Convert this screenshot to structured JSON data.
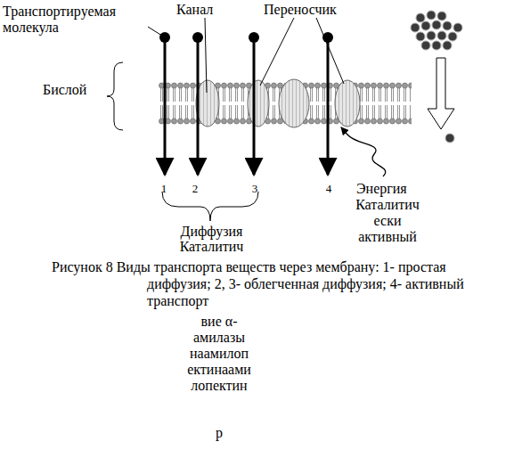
{
  "diagram": {
    "caption": "Рисунок 8 Виды транспорта веществ через мембрану: 1- простая диффузия; 2, 3- облегченная диффузия; 4- активный транспорт",
    "labels": [
      "Транспортируемая молекула",
      "Канал",
      "Переносчик",
      "Бислой",
      "1",
      "2",
      "3",
      "4",
      "Энергия",
      "Каталитич ески активный",
      "Диффузия",
      "Каталитич",
      "вие α- амилазы наамилоп ектинаами лопектин",
      "р"
    ]
  }
}
